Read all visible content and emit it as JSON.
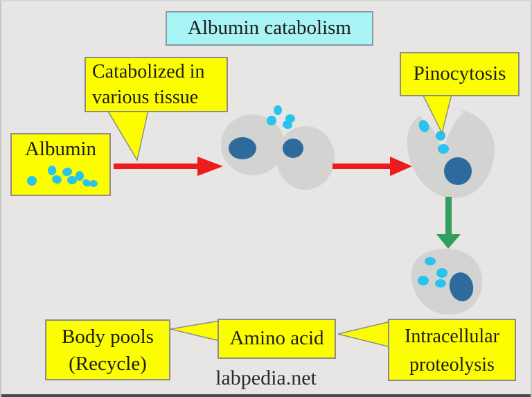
{
  "title": "Albumin catabolism",
  "boxes": {
    "catabolized": {
      "line1": "Catabolized in",
      "line2": "various tissue"
    },
    "albumin": {
      "label": "Albumin"
    },
    "pinocytosis": {
      "label": "Pinocytosis"
    },
    "body_pools": {
      "line1": "Body pools",
      "line2": "(Recycle)"
    },
    "amino_acid": {
      "label": "Amino acid"
    },
    "intracellular": {
      "line1": "Intracellular",
      "line2": "proteolysis"
    }
  },
  "footer": {
    "watermark": "labpedia.net"
  },
  "colors": {
    "background": "#e7e6e4",
    "box_yellow": "#fdfd02",
    "box_cyan": "#a8f4f4",
    "box_border": "#8c8c8c",
    "arrow_red": "#ec1c1c",
    "arrow_green": "#2f9e5e",
    "cell_gray": "#d3d3d1",
    "nucleus_blue": "#2f6a9d",
    "protein_dot_cyan": "#29c3ee",
    "text": "#1c1c1c",
    "bottom_bar": "#474a50"
  },
  "icons": {
    "cells": "gray-cell-shape",
    "dots": "albumin-protein-dot",
    "arrows": "flow-arrow"
  }
}
